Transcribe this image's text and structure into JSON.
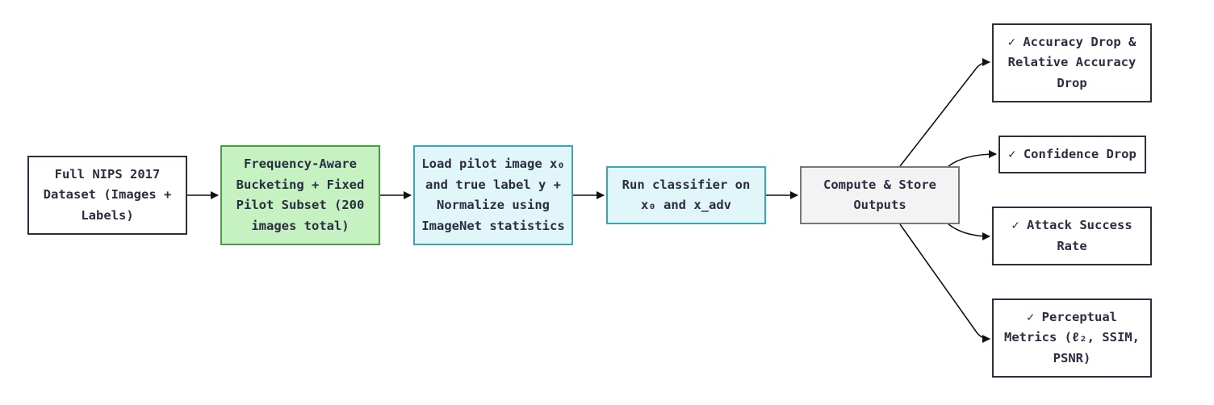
{
  "diagram": {
    "nodes": {
      "dataset": "Full NIPS 2017 Dataset (Images + Labels)",
      "bucketing": "Frequency-Aware Bucketing + Fixed Pilot Subset (200 images total)",
      "load": "Load pilot image x₀ and true label y + Normalize using ImageNet statistics",
      "classifier": "Run classifier on x₀ and x_adv",
      "compute": "Compute & Store Outputs",
      "accuracy": "✓ Accuracy Drop & Relative Accuracy Drop",
      "confidence": "✓ Confidence Drop",
      "attack": "✓ Attack Success Rate",
      "perceptual": "✓ Perceptual Metrics (ℓ₂, SSIM, PSNR)"
    },
    "colors": {
      "stroke": "#2b2d42",
      "green_fill": "#c6f2c2",
      "cyan_fill": "#e0f6f8",
      "grey_fill": "#f3f3f3"
    }
  }
}
